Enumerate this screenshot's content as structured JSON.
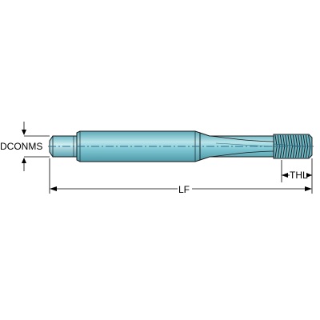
{
  "dimensions": {
    "shank_diameter_label": "DCONMS",
    "overall_length_label": "LF",
    "thread_length_label": "THL"
  },
  "colors": {
    "tool_body": "#7ec6d2",
    "tool_body_dark": "#5aa9b8",
    "tool_highlight": "#b9e4ea",
    "outline": "#1a1a1a",
    "centerline": "#2b6f8f",
    "dimension_line": "#000000"
  }
}
